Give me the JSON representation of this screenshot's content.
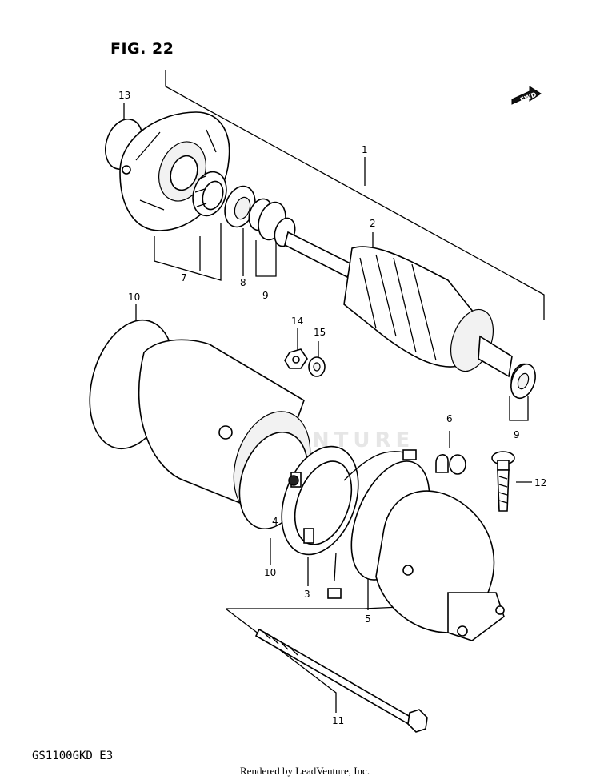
{
  "figure": {
    "title": "FIG. 22",
    "model_code": "GS1100GKD E3",
    "credit": "Rendered by LeadVenture, Inc.",
    "watermark": "LEADVENTURE",
    "fwd_badge": "FWD"
  },
  "callouts": [
    {
      "id": "13",
      "label": "13"
    },
    {
      "id": "1",
      "label": "1"
    },
    {
      "id": "2",
      "label": "2"
    },
    {
      "id": "7",
      "label": "7"
    },
    {
      "id": "8",
      "label": "8"
    },
    {
      "id": "9a",
      "label": "9"
    },
    {
      "id": "10a",
      "label": "10"
    },
    {
      "id": "14",
      "label": "14"
    },
    {
      "id": "15",
      "label": "15"
    },
    {
      "id": "9b",
      "label": "9"
    },
    {
      "id": "6",
      "label": "6"
    },
    {
      "id": "12",
      "label": "12"
    },
    {
      "id": "4",
      "label": "4"
    },
    {
      "id": "10b",
      "label": "10"
    },
    {
      "id": "3",
      "label": "3"
    },
    {
      "id": "5",
      "label": "5"
    },
    {
      "id": "11",
      "label": "11"
    }
  ]
}
